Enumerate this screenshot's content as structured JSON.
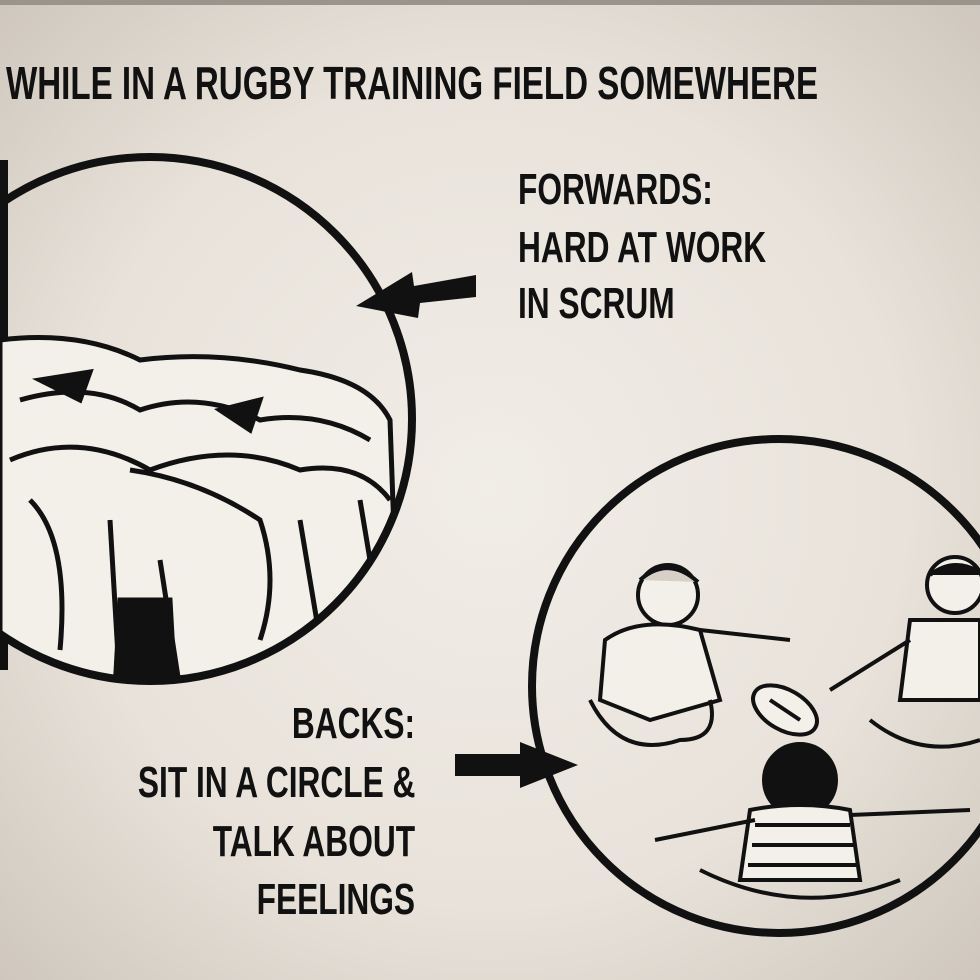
{
  "title": "WHILE IN A RUGBY TRAINING FIELD SOMEWHERE",
  "forwards": {
    "lines": [
      "FORWARDS:",
      "HARD AT WORK",
      "IN SCRUM"
    ]
  },
  "backs": {
    "lines": [
      "BACKS:",
      "SIT IN A CIRCLE &",
      "TALK ABOUT",
      "FEELINGS"
    ]
  },
  "colors": {
    "paper": "#ebe6df",
    "ink": "#111111"
  }
}
